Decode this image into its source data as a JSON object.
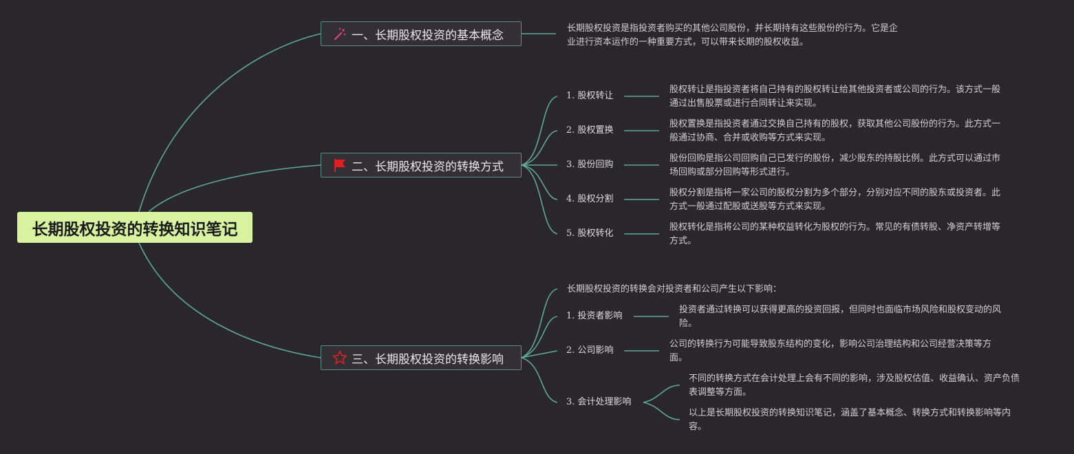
{
  "root": {
    "title": "长期股权投资的转换知识笔记"
  },
  "branches": [
    {
      "title": "一、长期股权投资的基本概念",
      "icon": "magic-wand-icon",
      "description": "长期股权投资是指投资者购买的其他公司股份，并长期持有这些股份的行为。它是企业进行资本运作的一种重要方式，可以带来长期的股权收益。"
    },
    {
      "title": "二、长期股权投资的转换方式",
      "icon": "red-flag-icon",
      "items": [
        {
          "label": "1. 股权转让",
          "text": "股权转让是指投资者将自己持有的股权转让给其他投资者或公司的行为。该方式一般通过出售股票或进行合同转让来实现。"
        },
        {
          "label": "2. 股权置换",
          "text": "股权置换是指投资者通过交换自己持有的股权，获取其他公司股份的行为。此方式一般通过协商、合并或收购等方式来实现。"
        },
        {
          "label": "3. 股份回购",
          "text": "股份回购是指公司回购自己已发行的股份，减少股东的持股比例。此方式可以通过市场回购或部分回购等形式进行。"
        },
        {
          "label": "4. 股权分割",
          "text": "股权分割是指将一家公司的股权分割为多个部分，分别对应不同的股东或投资者。此方式一般通过配股或送股等方式来实现。"
        },
        {
          "label": "5. 股权转化",
          "text": "股权转化是指将公司的某种权益转化为股权的行为。常见的有债转股、净资产转增等方式。"
        }
      ]
    },
    {
      "title": "三、长期股权投资的转换影响",
      "icon": "star-outline-icon",
      "intro": "长期股权投资的转换会对投资者和公司产生以下影响：",
      "items": [
        {
          "label": "1. 投资者影响",
          "text": "投资者通过转换可以获得更高的投资回报，但同时也面临市场风险和股权变动的风险。"
        },
        {
          "label": "2. 公司影响",
          "text": "公司的转换行为可能导致股东结构的变化，影响公司治理结构和公司经营决策等方面。"
        },
        {
          "label": "3. 会计处理影响",
          "texts": [
            "不同的转换方式在会计处理上会有不同的影响，涉及股权估值、收益确认、资产负债表调整等方面。",
            "以上是长期股权投资的转换知识笔记，涵盖了基本概念、转换方式和转换影响等内容。"
          ]
        }
      ]
    }
  ],
  "colors": {
    "background": "#2a272c",
    "link": "#5ea79a",
    "root_fill": "#d8f3a0",
    "node_border": "#5b8c87",
    "icon_red": "#e02020",
    "icon_pink": "#e0457b"
  }
}
